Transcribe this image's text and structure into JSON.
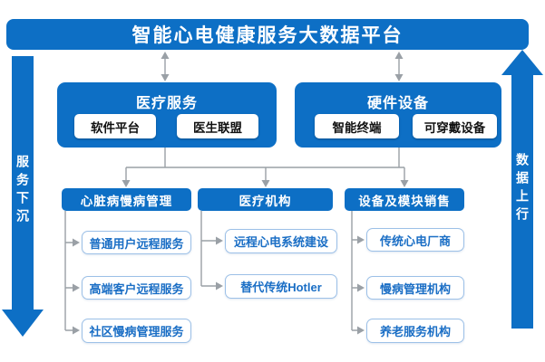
{
  "title": "智能心电健康服务大数据平台",
  "side_arrows": {
    "left": "服务下沉",
    "right": "数据上行"
  },
  "tier2": [
    {
      "title": "医疗服务",
      "children": [
        "软件平台",
        "医生联盟"
      ]
    },
    {
      "title": "硬件设备",
      "children": [
        "智能终端",
        "可穿戴设备"
      ]
    }
  ],
  "tier3": [
    {
      "title": "心脏病慢病管理",
      "leaves": [
        "普通用户远程服务",
        "高端客户远程服务",
        "社区慢病管理服务"
      ]
    },
    {
      "title": "医疗机构",
      "leaves": [
        "远程心电系统建设",
        "替代传统Hotler"
      ]
    },
    {
      "title": "设备及模块销售",
      "leaves": [
        "传统心电厂商",
        "慢病管理机构",
        "养老服务机构"
      ]
    }
  ],
  "colors": {
    "primary_blue": "#0d6fc5",
    "connector_gray": "#9aa0a6",
    "leaf_border": "#9cc0e7",
    "leaf_text": "#1a6ec5",
    "chip_text": "#111111"
  }
}
